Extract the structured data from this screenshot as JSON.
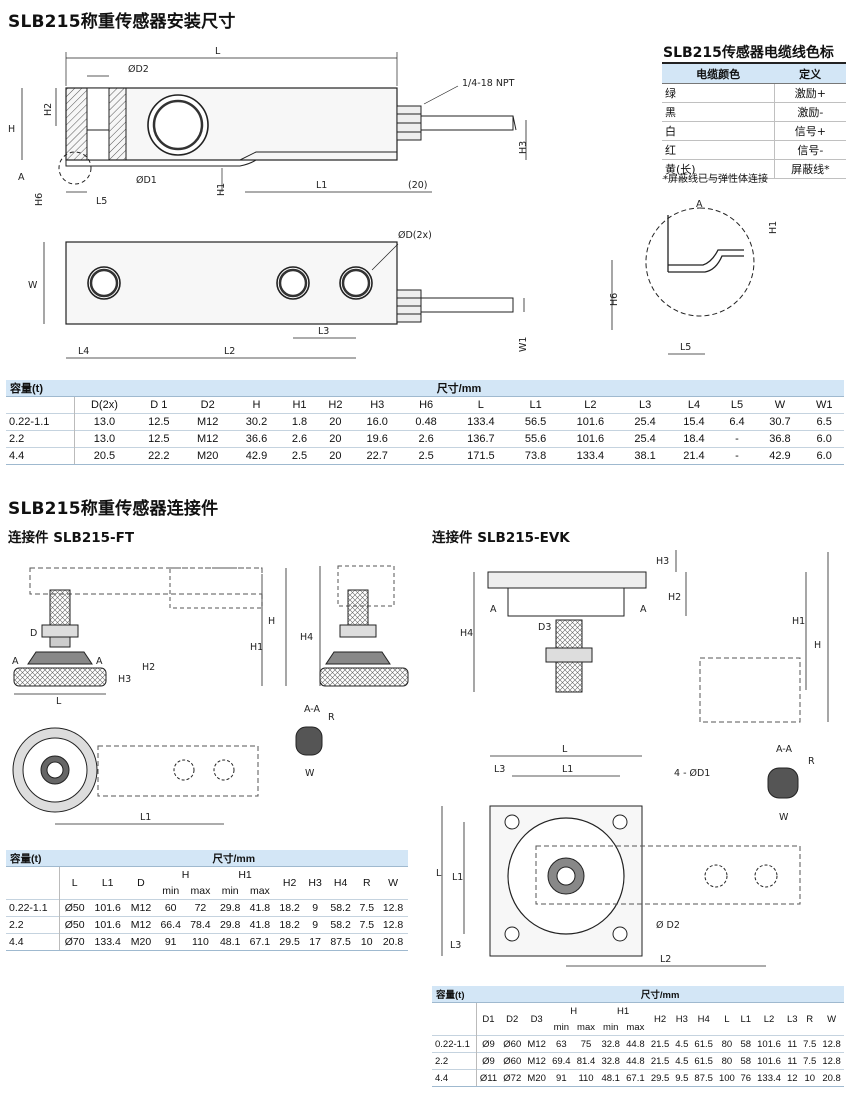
{
  "sections": {
    "mounting_title": "SLB215称重传感器安装尺寸",
    "connector_title": "SLB215称重传感器连接件",
    "ft_title": "连接件 SLB215-FT",
    "evk_title": "连接件 SLB215-EVK"
  },
  "cable": {
    "title": "SLB215传感器电缆线色标",
    "headers": [
      "电缆颜色",
      "定义"
    ],
    "rows": [
      [
        "绿",
        "激励+"
      ],
      [
        "黑",
        "激励-"
      ],
      [
        "白",
        "信号+"
      ],
      [
        "红",
        "信号-"
      ],
      [
        "黄(长)",
        "屏蔽线*"
      ]
    ],
    "note": "*屏蔽线已与弹性体连接"
  },
  "drawing_labels": {
    "L": "L",
    "D2": "ØD2",
    "npt": "1/4-18 NPT",
    "H": "H",
    "H2": "H2",
    "H3": "H3",
    "A": "A",
    "H6": "H6",
    "L5": "L5",
    "D1": "ØD1",
    "H1": "H1",
    "L1": "L1",
    "twenty": "(20)",
    "D2x": "ØD(2x)",
    "W": "W",
    "L3": "L3",
    "L4": "L4",
    "L2": "L2",
    "W1": "W1",
    "D": "D",
    "H4": "H4",
    "AA": "A-A",
    "R": "R",
    "D3": "D3",
    "fourD1": "4 - ØD1",
    "phiD2": "Ø D2"
  },
  "table1": {
    "cap_label": "容量(t)",
    "dims_label": "尺寸/mm",
    "columns": [
      "D(2x)",
      "D 1",
      "D2",
      "H",
      "H1",
      "H2",
      "H3",
      "H6",
      "L",
      "L1",
      "L2",
      "L3",
      "L4",
      "L5",
      "W",
      "W1"
    ],
    "rows": [
      [
        "0.22-1.1",
        "13.0",
        "12.5",
        "M12",
        "30.2",
        "1.8",
        "20",
        "16.0",
        "0.48",
        "133.4",
        "56.5",
        "101.6",
        "25.4",
        "15.4",
        "6.4",
        "30.7",
        "6.5"
      ],
      [
        "2.2",
        "13.0",
        "12.5",
        "M12",
        "36.6",
        "2.6",
        "20",
        "19.6",
        "2.6",
        "136.7",
        "55.6",
        "101.6",
        "25.4",
        "18.4",
        "-",
        "36.8",
        "6.0"
      ],
      [
        "4.4",
        "20.5",
        "22.2",
        "M20",
        "42.9",
        "2.5",
        "20",
        "22.7",
        "2.5",
        "171.5",
        "73.8",
        "133.4",
        "38.1",
        "21.4",
        "-",
        "42.9",
        "6.0"
      ]
    ]
  },
  "table_ft": {
    "cap_label": "容量(t)",
    "dims_label": "尺寸/mm",
    "columns": [
      "L",
      "L1",
      "D",
      "H",
      "H1",
      "H2",
      "H3",
      "H4",
      "R",
      "W"
    ],
    "sub": [
      "min",
      "max",
      "min",
      "max"
    ],
    "rows": [
      [
        "0.22-1.1",
        "Ø50",
        "101.6",
        "M12",
        "60",
        "72",
        "29.8",
        "41.8",
        "18.2",
        "9",
        "58.2",
        "7.5",
        "12.8"
      ],
      [
        "2.2",
        "Ø50",
        "101.6",
        "M12",
        "66.4",
        "78.4",
        "29.8",
        "41.8",
        "18.2",
        "9",
        "58.2",
        "7.5",
        "12.8"
      ],
      [
        "4.4",
        "Ø70",
        "133.4",
        "M20",
        "91",
        "110",
        "48.1",
        "67.1",
        "29.5",
        "17",
        "87.5",
        "10",
        "20.8"
      ]
    ]
  },
  "table_evk": {
    "cap_label": "容量(t)",
    "dims_label": "尺寸/mm",
    "columns": [
      "D1",
      "D2",
      "D3",
      "H",
      "H1",
      "H2",
      "H3",
      "H4",
      "L",
      "L1",
      "L2",
      "L3",
      "R",
      "W"
    ],
    "sub": [
      "min",
      "max",
      "min",
      "max"
    ],
    "rows": [
      [
        "0.22-1.1",
        "Ø9",
        "Ø60",
        "M12",
        "63",
        "75",
        "32.8",
        "44.8",
        "21.5",
        "4.5",
        "61.5",
        "80",
        "58",
        "101.6",
        "11",
        "7.5",
        "12.8"
      ],
      [
        "2.2",
        "Ø9",
        "Ø60",
        "M12",
        "69.4",
        "81.4",
        "32.8",
        "44.8",
        "21.5",
        "4.5",
        "61.5",
        "80",
        "58",
        "101.6",
        "11",
        "7.5",
        "12.8"
      ],
      [
        "4.4",
        "Ø11",
        "Ø72",
        "M20",
        "91",
        "110",
        "48.1",
        "67.1",
        "29.5",
        "9.5",
        "87.5",
        "100",
        "76",
        "133.4",
        "12",
        "10",
        "20.8"
      ]
    ]
  }
}
